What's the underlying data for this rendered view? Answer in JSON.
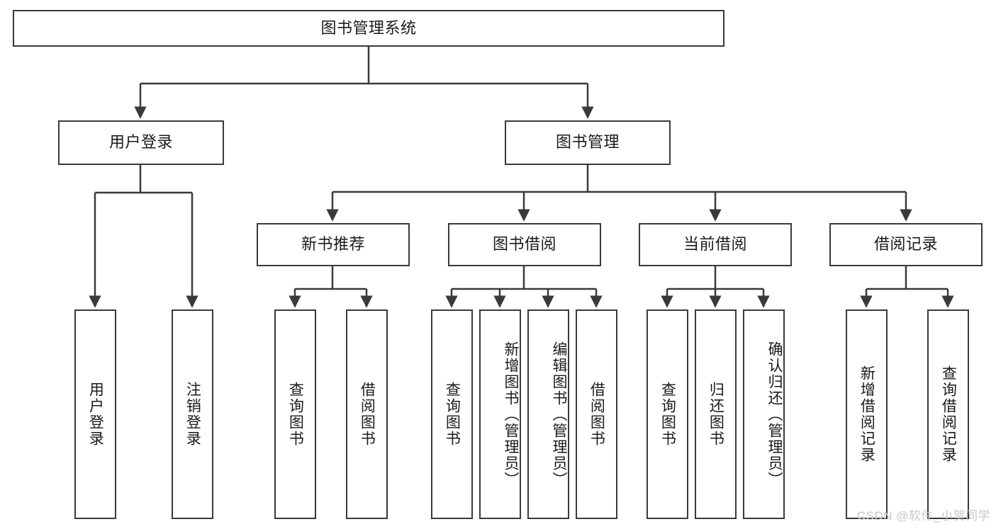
{
  "diagram": {
    "type": "tree-hierarchy",
    "title": "图书管理系统",
    "watermark": "CSDN @软件_小贺同学",
    "colors": {
      "box_border": "#3a3a3a",
      "box_fill": "#ffffff",
      "connector": "#3a3a3a",
      "text": "#1a1a1a",
      "watermark": "#c9c9c9",
      "background": "#ffffff"
    },
    "root": {
      "label": "图书管理系统"
    },
    "level2": [
      {
        "label": "用户登录"
      },
      {
        "label": "图书管理"
      }
    ],
    "level3": [
      {
        "label": "新书推荐"
      },
      {
        "label": "图书借阅"
      },
      {
        "label": "当前借阅"
      },
      {
        "label": "借阅记录"
      }
    ],
    "leaves": {
      "user_login": [
        {
          "label": "用户登录"
        },
        {
          "label": "注销登录"
        }
      ],
      "new_book_recommend": [
        {
          "label": "查询图书"
        },
        {
          "label": "借阅图书"
        }
      ],
      "book_borrow": [
        {
          "label": "查询图书"
        },
        {
          "label": "新增图书（管理员）"
        },
        {
          "label": "编辑图书（管理员）"
        },
        {
          "label": "借阅图书"
        }
      ],
      "current_borrow": [
        {
          "label": "查询图书"
        },
        {
          "label": "归还图书"
        },
        {
          "label": "确认归还（管理员）"
        }
      ],
      "borrow_record": [
        {
          "label": "新增借阅记录"
        },
        {
          "label": "查询借阅记录"
        }
      ]
    }
  }
}
